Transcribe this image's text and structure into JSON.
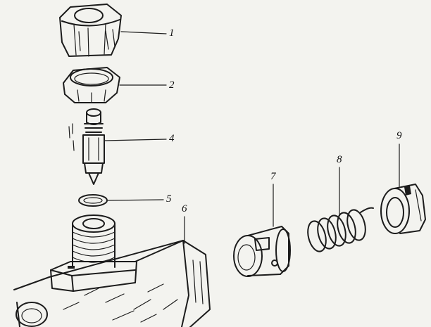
{
  "parts": [
    {
      "id": "nut",
      "label": "1"
    },
    {
      "id": "locknut",
      "label": "2"
    },
    {
      "id": "plunger",
      "label": "4"
    },
    {
      "id": "washer",
      "label": "5"
    },
    {
      "id": "body",
      "label": "6"
    },
    {
      "id": "valve-cup",
      "label": "7"
    },
    {
      "id": "spring",
      "label": "8"
    },
    {
      "id": "ring-nut",
      "label": "9"
    }
  ],
  "colors": {
    "ink": "#1c1c1c",
    "paper": "#f3f3ef"
  }
}
